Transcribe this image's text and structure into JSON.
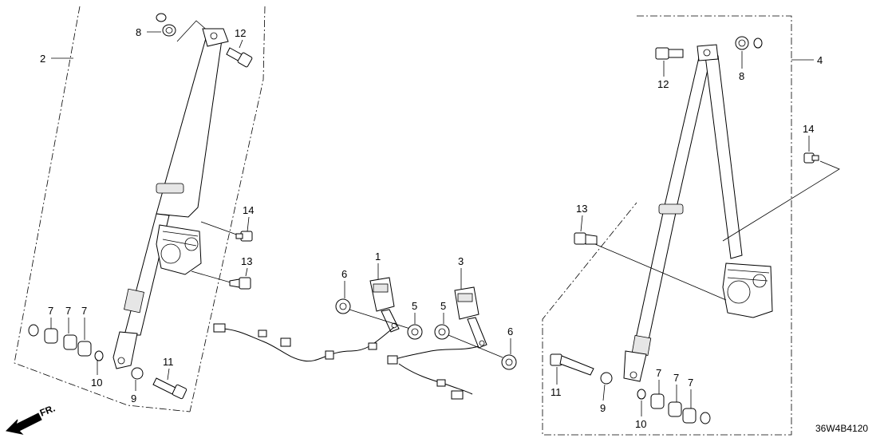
{
  "diagram": {
    "callouts": [
      {
        "id": "c-2-left",
        "text": "2"
      },
      {
        "id": "c-8-left",
        "text": "8"
      },
      {
        "id": "c-12-left",
        "text": "12"
      },
      {
        "id": "c-14-left",
        "text": "14"
      },
      {
        "id": "c-13-left",
        "text": "13"
      },
      {
        "id": "c-7a-left",
        "text": "7"
      },
      {
        "id": "c-7b-left",
        "text": "7"
      },
      {
        "id": "c-7c-left",
        "text": "7"
      },
      {
        "id": "c-10-left",
        "text": "10"
      },
      {
        "id": "c-9-left",
        "text": "9"
      },
      {
        "id": "c-11-left",
        "text": "11"
      },
      {
        "id": "c-6-left",
        "text": "6"
      },
      {
        "id": "c-1",
        "text": "1"
      },
      {
        "id": "c-5-left",
        "text": "5"
      },
      {
        "id": "c-5-right",
        "text": "5"
      },
      {
        "id": "c-3",
        "text": "3"
      },
      {
        "id": "c-6-right",
        "text": "6"
      },
      {
        "id": "c-4-right",
        "text": "4"
      },
      {
        "id": "c-12-right",
        "text": "12"
      },
      {
        "id": "c-8-right",
        "text": "8"
      },
      {
        "id": "c-14-right",
        "text": "14"
      },
      {
        "id": "c-13-right",
        "text": "13"
      },
      {
        "id": "c-11-right",
        "text": "11"
      },
      {
        "id": "c-9-right",
        "text": "9"
      },
      {
        "id": "c-10-right",
        "text": "10"
      },
      {
        "id": "c-7a-right",
        "text": "7"
      },
      {
        "id": "c-7b-right",
        "text": "7"
      },
      {
        "id": "c-7c-right",
        "text": "7"
      }
    ],
    "direction_label": "FR.",
    "diagram_code": "36W4B4120"
  }
}
